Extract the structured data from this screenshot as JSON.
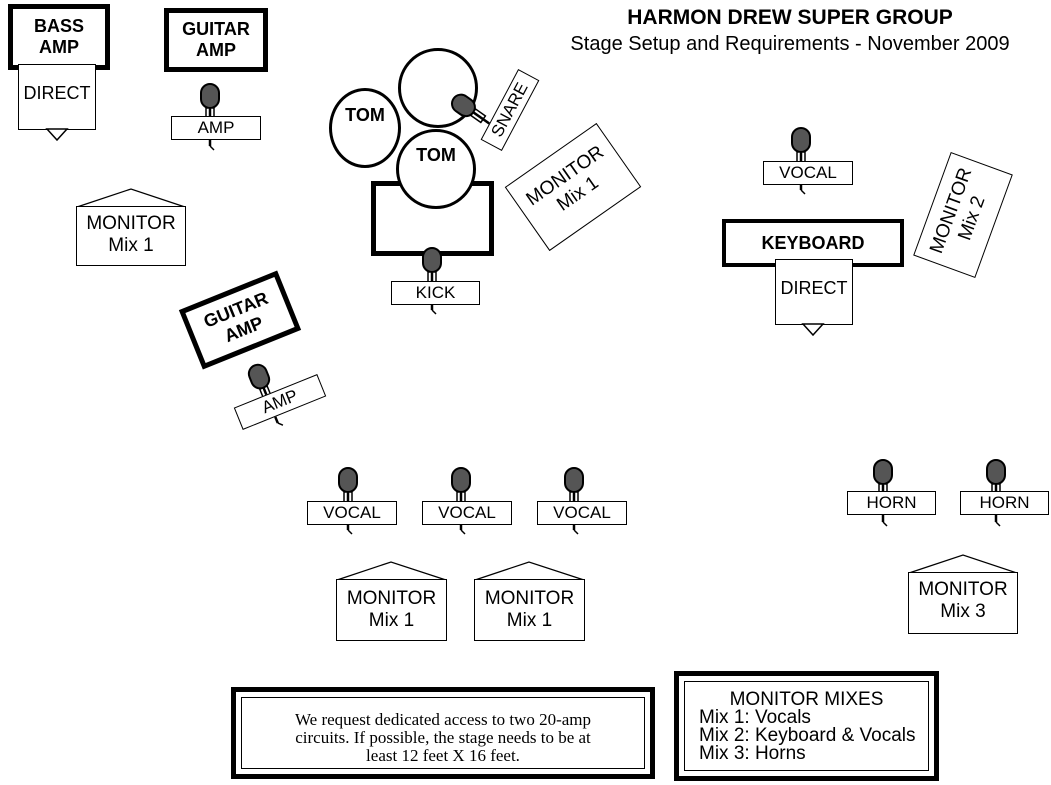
{
  "title": "HARMON DREW SUPER GROUP",
  "subtitle": "Stage Setup and Requirements - November 2009",
  "amps": {
    "bass": [
      "BASS",
      "AMP"
    ],
    "guitar_top": [
      "GUITAR",
      "AMP"
    ],
    "guitar_middle": [
      "GUITAR",
      "AMP"
    ],
    "keyboard": "KEYBOARD"
  },
  "direct_labels": {
    "bass": "DIRECT",
    "keyboard": "DIRECT"
  },
  "mic_labels": {
    "amp_top": "AMP",
    "amp_middle": "AMP",
    "snare": "SNARE",
    "kick": "KICK",
    "vocal_keys": "VOCAL",
    "vocal_1": "VOCAL",
    "vocal_2": "VOCAL",
    "vocal_3": "VOCAL",
    "horn_1": "HORN",
    "horn_2": "HORN"
  },
  "drums": {
    "tom_left": "TOM",
    "tom_center": "TOM"
  },
  "monitors": {
    "left": [
      "MONITOR",
      "Mix 1"
    ],
    "drums": [
      "MONITOR",
      "Mix 1"
    ],
    "keys": [
      "MONITOR",
      "Mix 2"
    ],
    "front_1": [
      "MONITOR",
      "Mix 1"
    ],
    "front_2": [
      "MONITOR",
      "Mix 1"
    ],
    "horns": [
      "MONITOR",
      "Mix 3"
    ]
  },
  "requirements": {
    "line1": "We request dedicated access to two 20-amp",
    "line2": "circuits.  If possible, the stage needs to be at",
    "line3": "least 12 feet X 16 feet."
  },
  "monitor_mixes": {
    "title": "MONITOR MIXES",
    "items": [
      "Mix 1: Vocals",
      "Mix 2: Keyboard & Vocals",
      "Mix 3: Horns"
    ]
  }
}
